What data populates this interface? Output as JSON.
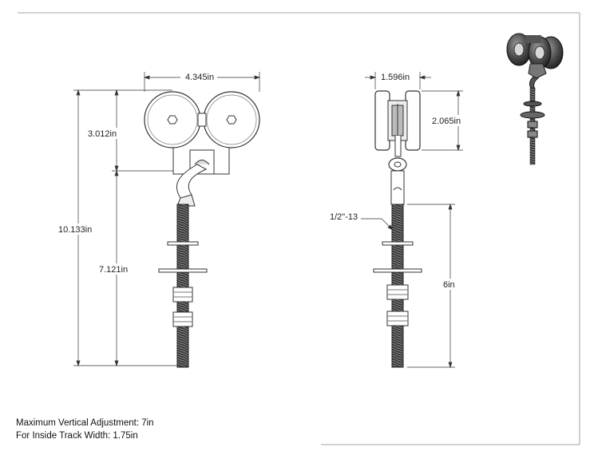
{
  "dimensions": {
    "width_overall": "4.345in",
    "height_upper": "3.012in",
    "height_total": "10.133in",
    "height_lower": "7.121in",
    "side_width": "1.596in",
    "side_height": "2.065in",
    "thread_spec": "1/2\"-13",
    "thread_length": "6in"
  },
  "notes": {
    "max_vertical_adjustment": "Maximum Vertical Adjustment: 7in",
    "inside_track_width": "For Inside Track Width: 1.75in"
  }
}
